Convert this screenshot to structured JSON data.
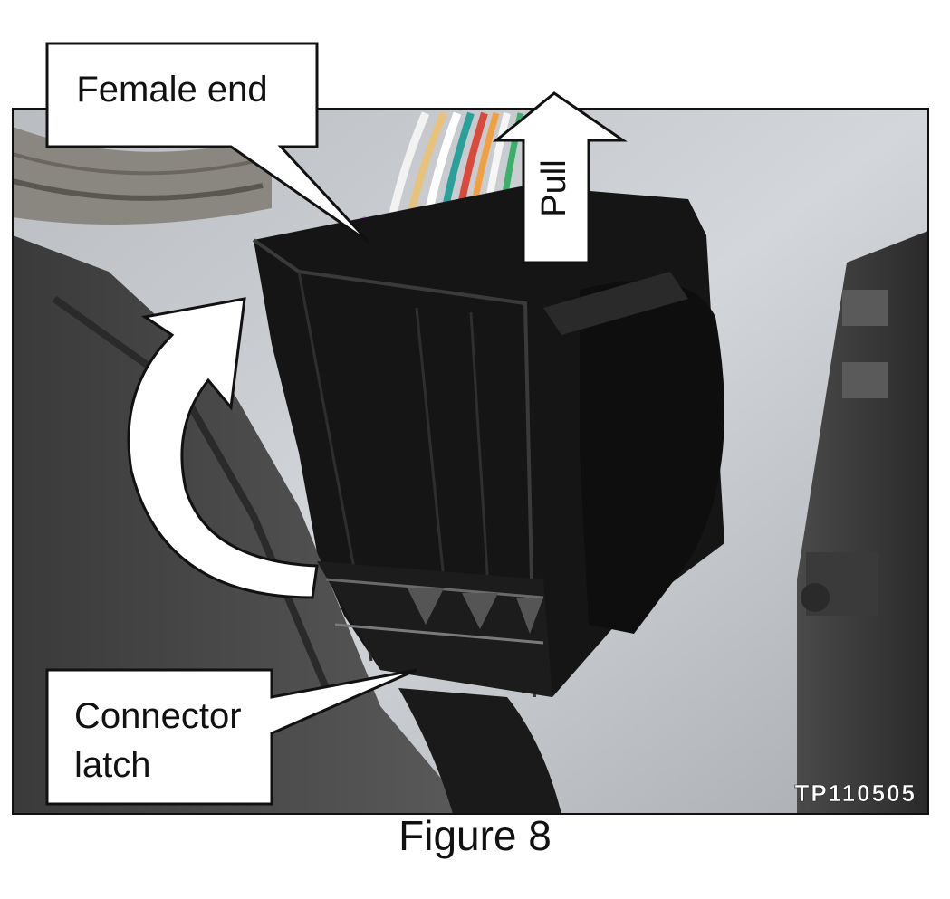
{
  "figure": {
    "caption": "Figure 8",
    "photo_id": "TP110505",
    "callouts": {
      "female_end": "Female end",
      "pull": "Pull",
      "connector_latch_line1": "Connector",
      "connector_latch_line2": "latch"
    },
    "colors": {
      "background_panel": "#c9ccd0",
      "connector_body": "#161616",
      "callout_fill": "#ffffff",
      "callout_stroke": "#111111"
    }
  }
}
